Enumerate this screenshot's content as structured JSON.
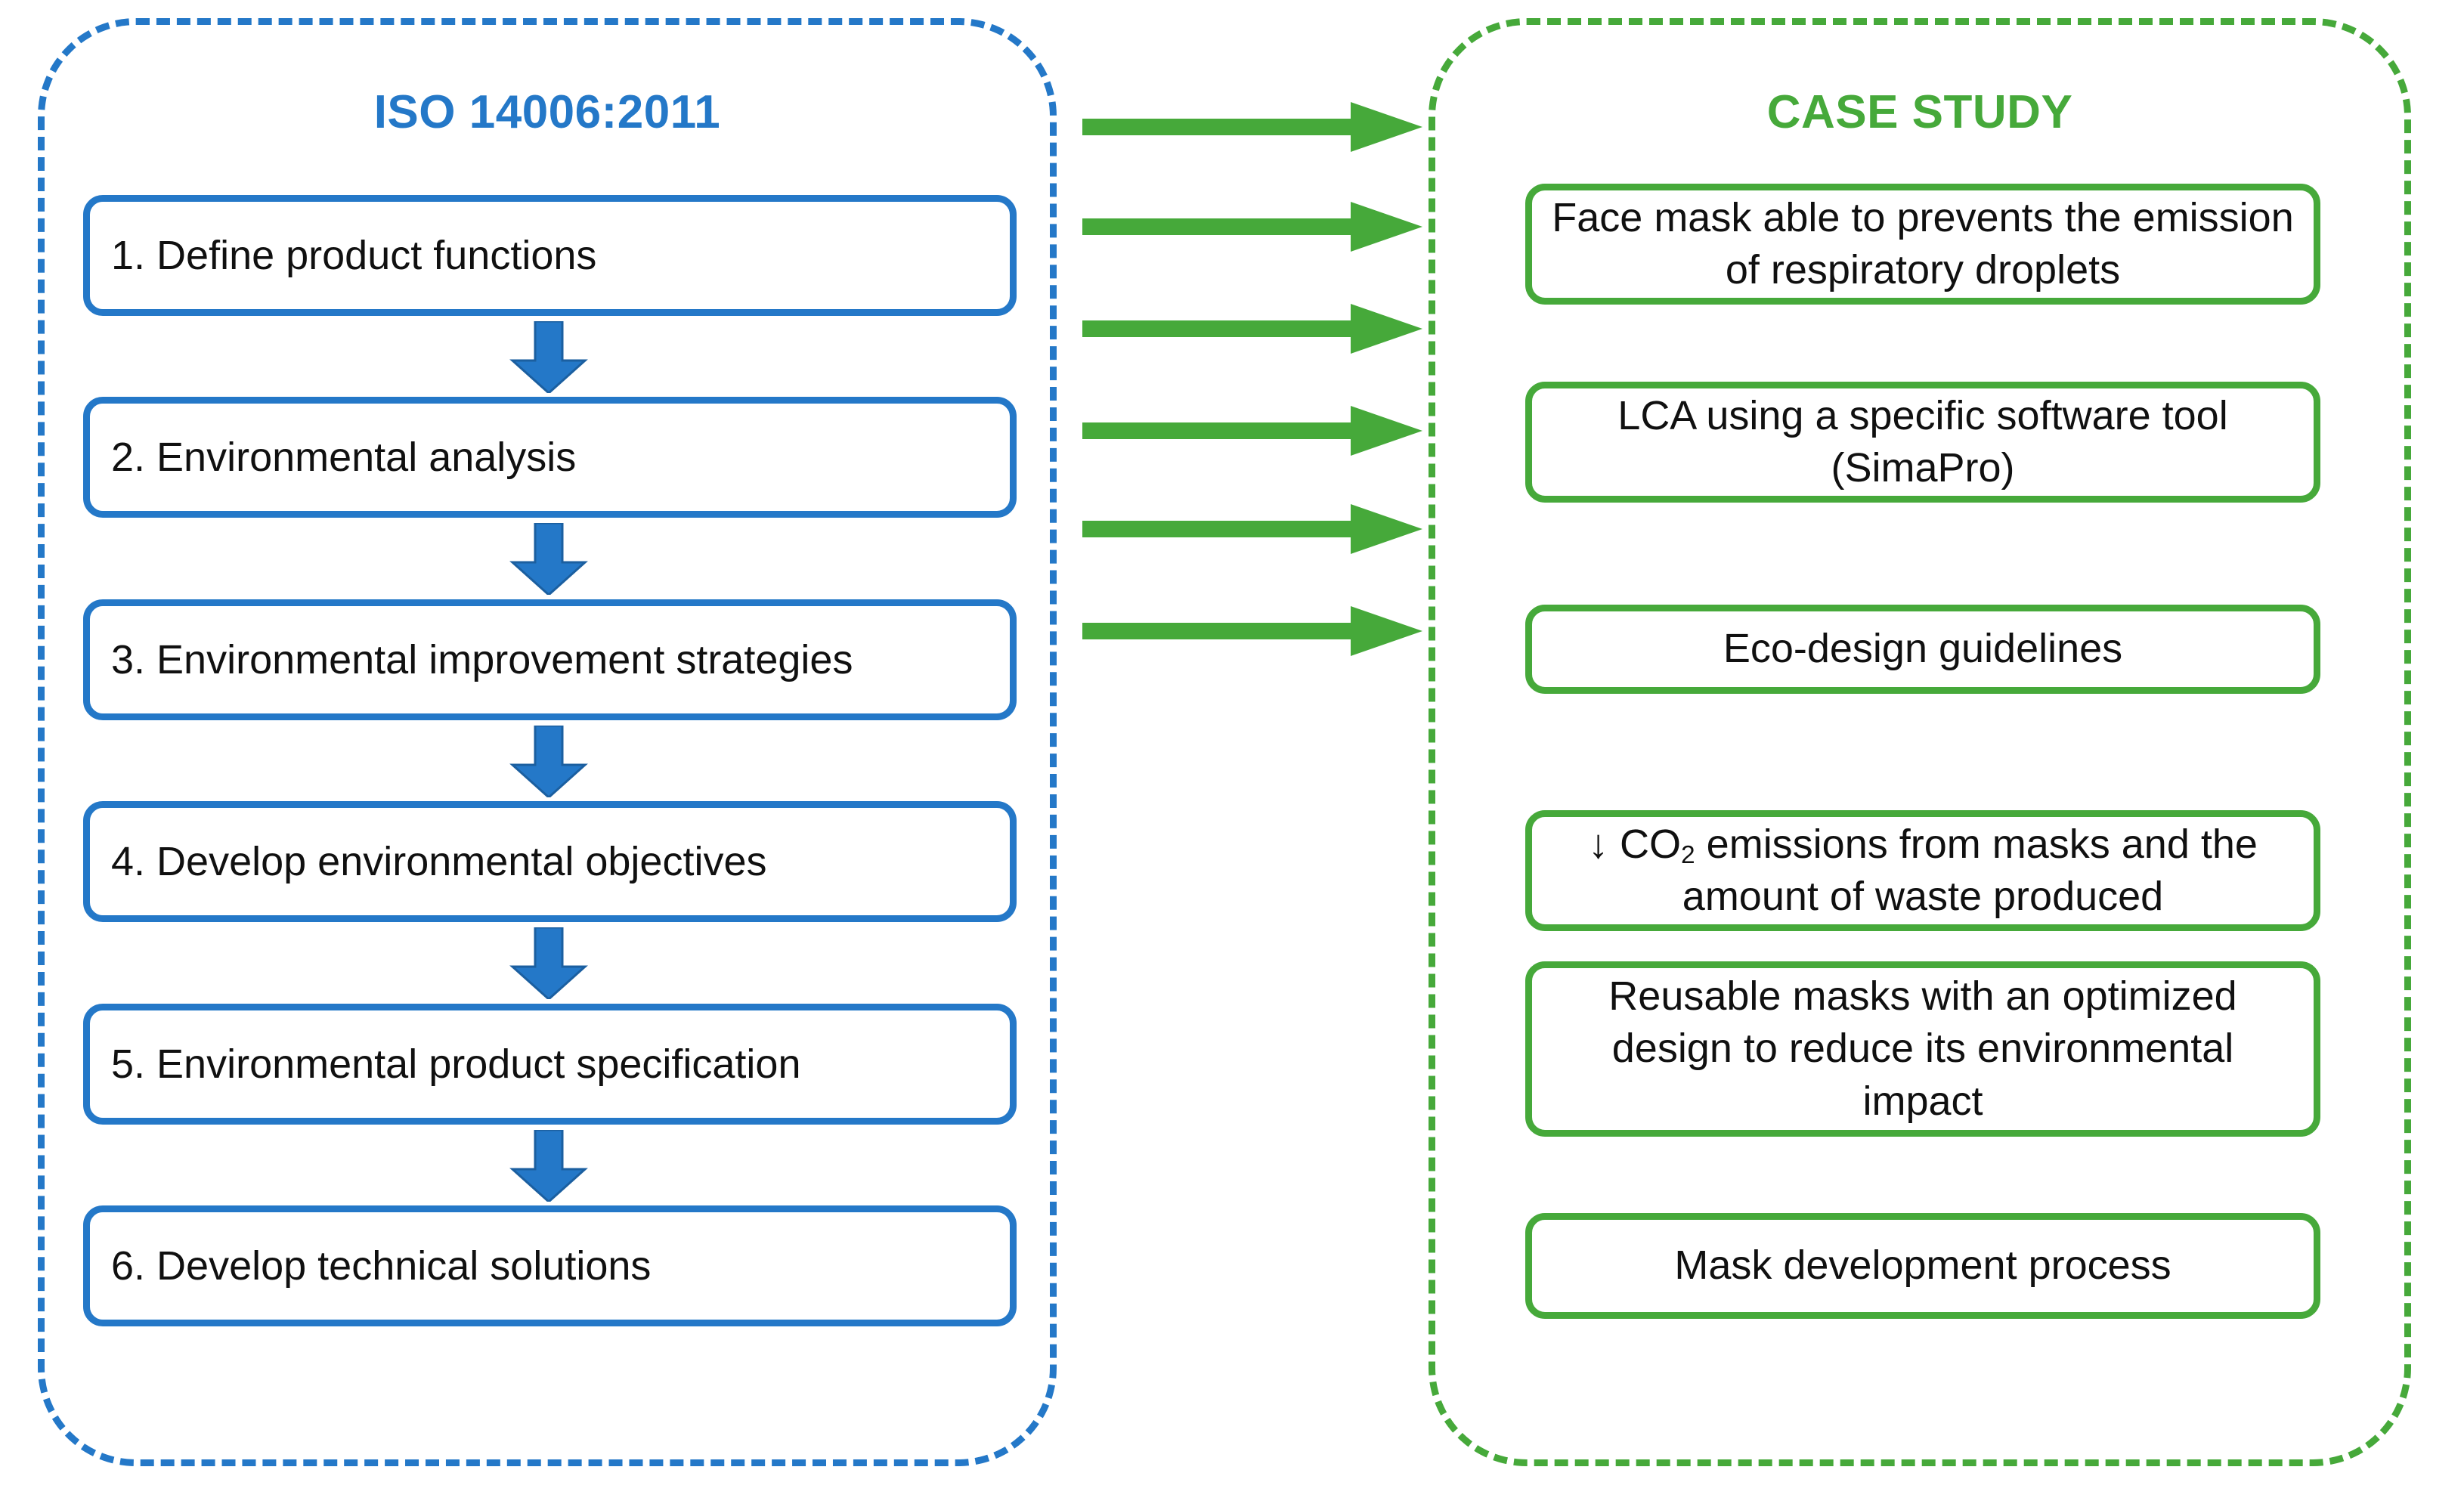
{
  "diagram": {
    "type": "flowchart",
    "colors": {
      "blue": "#2478C8",
      "green": "#46A93A",
      "text": "#101010",
      "background": "#FFFFFF"
    }
  },
  "left_panel": {
    "title": "ISO 14006:2011",
    "steps": [
      {
        "label": "1. Define product functions"
      },
      {
        "label": "2. Environmental analysis"
      },
      {
        "label": "3. Environmental improvement strategies"
      },
      {
        "label": "4. Develop environmental objectives"
      },
      {
        "label": "5. Environmental product specification"
      },
      {
        "label": "6. Develop technical solutions"
      }
    ],
    "connector_icon": "down-arrow-icon",
    "connector_count": 5
  },
  "right_panel": {
    "title": "CASE STUDY",
    "items": [
      {
        "label": "Face mask able to prevents the emission of respiratory droplets",
        "has_subscript": false
      },
      {
        "label": "LCA using a specific software tool (SimaPro)",
        "has_subscript": false
      },
      {
        "label": "Eco-design guidelines",
        "has_subscript": false
      },
      {
        "label_prefix": "↓ CO",
        "subscript": "2",
        "label_suffix": " emissions from masks and the amount of waste produced",
        "has_subscript": true
      },
      {
        "label": "Reusable masks with an optimized design to reduce its environmental impact",
        "has_subscript": false
      },
      {
        "label": "Mask development process",
        "has_subscript": false
      }
    ]
  },
  "mapping_arrows": {
    "icon": "right-arrow-icon",
    "count": 6,
    "color": "#46A93A",
    "pairs": [
      {
        "from": "1. Define product functions",
        "to": "Face mask able to prevents the emission of respiratory droplets"
      },
      {
        "from": "2. Environmental analysis",
        "to": "LCA using a specific software tool (SimaPro)"
      },
      {
        "from": "3. Environmental improvement strategies",
        "to": "Eco-design guidelines"
      },
      {
        "from": "4. Develop environmental objectives",
        "to": "↓ CO2 emissions from masks and the amount of waste produced"
      },
      {
        "from": "5. Environmental product specification",
        "to": "Reusable masks with an optimized design to reduce its environmental impact"
      },
      {
        "from": "6. Develop technical solutions",
        "to": "Mask development process"
      }
    ]
  }
}
